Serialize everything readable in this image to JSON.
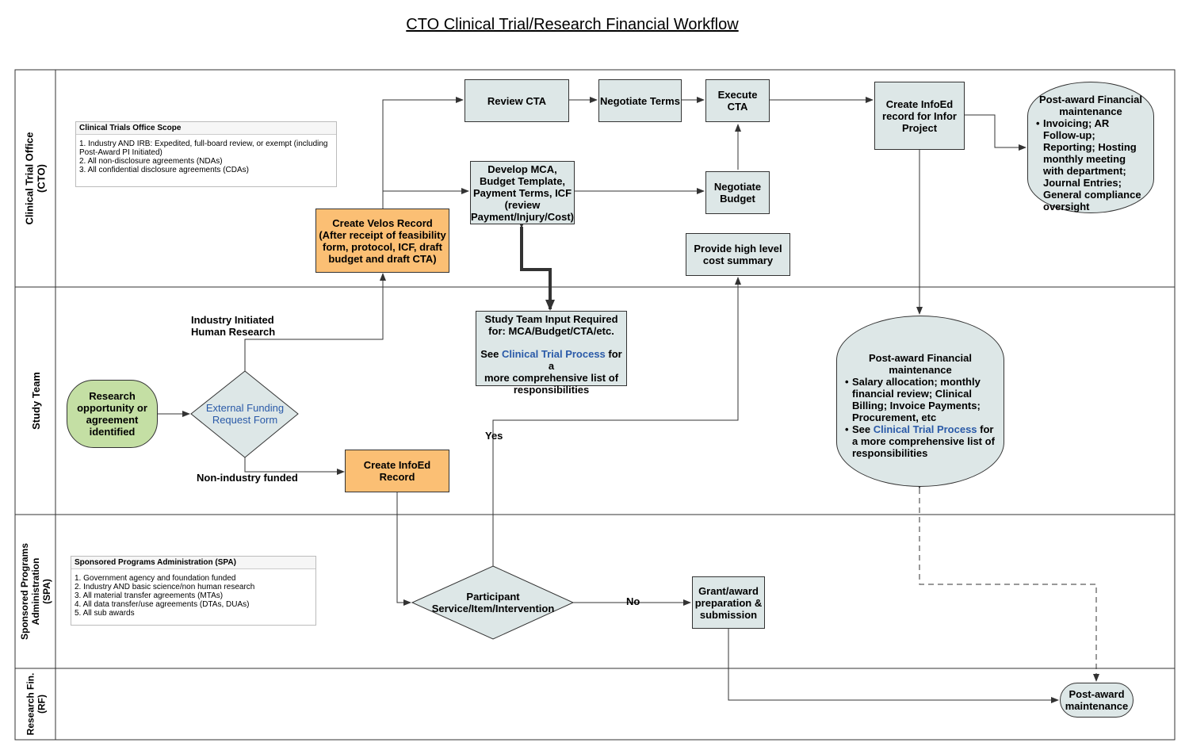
{
  "title": "CTO Clinical Trial/Research Financial Workflow",
  "lanes": {
    "cto": "Clinical Trial Office\n(CTO)",
    "study": "Study Team",
    "spa": "Sponsored Programs\nAdministration\n(SPA)",
    "rf": "Research Fin.\n(RF)"
  },
  "notes": {
    "cto": {
      "title": "Clinical Trials Office Scope",
      "body": "1. Industry AND IRB: Expedited, full-board review, or exempt   (including Post-Award PI Initiated)\n2. All non-disclosure agreements (NDAs)\n3. All confidential disclosure agreements (CDAs)"
    },
    "spa": {
      "title": "Sponsored Programs Administration (SPA)",
      "body": "1. Government agency and foundation funded\n2. Industry AND basic science/non human research\n3. All material transfer agreements (MTAs)\n4. All data transfer/use agreements (DTAs, DUAs)\n5. All sub awards"
    }
  },
  "nodes": {
    "review_cta": "Review CTA",
    "negotiate_terms": "Negotiate Terms",
    "execute_cta": "Execute\nCTA",
    "create_infoed_infor": "Create InfoEd\nrecord for Infor\nProject",
    "post_award_cto": {
      "heading": "Post-award Financial\nmaintenance",
      "items": [
        "Invoicing; AR Follow-up; Reporting; Hosting monthly meeting with department; Journal Entries; General compliance oversight"
      ]
    },
    "develop_mca": "Develop MCA,\nBudget Template,\nPayment Terms, ICF\n(review\nPayment/Injury/Cost)",
    "negotiate_budget": "Negotiate\nBudget",
    "create_velos": "Create Velos Record\n(After receipt of feasibility\nform, protocol, ICF, draft\nbudget and draft CTA)",
    "cost_summary": "Provide high level\ncost summary",
    "study_input": {
      "line1": "Study Team Input Required\nfor: MCA/Budget/CTA/etc.",
      "see": "See ",
      "link": "Clinical Trial Process",
      "rest": " for a\nmore comprehensive list of\nresponsibilities"
    },
    "post_award_study": {
      "heading": "Post-award Financial maintenance",
      "item1": "Salary allocation; monthly financial review; Clinical Billing; Invoice Payments; Procurement, etc",
      "item2_see": "See ",
      "item2_link": "Clinical Trial Process",
      "item2_rest": " for a more comprehensive list of responsibilities"
    },
    "research_opportunity": "Research\nopportunity or\nagreement\nidentified",
    "external_funding": "External Funding\nRequest Form",
    "create_infoed_record": "Create InfoEd\nRecord",
    "participant": "Participant\nService/Item/Intervention",
    "grant_award": "Grant/award\npreparation &\nsubmission",
    "post_award_rf": "Post-award\nmaintenance"
  },
  "edge_labels": {
    "industry": "Industry Initiated\nHuman Research",
    "non_industry": "Non-industry funded",
    "yes": "Yes",
    "no": "No"
  },
  "colors": {
    "node_fill": "#dde7e7",
    "orange_fill": "#fbbf74",
    "green_fill": "#c4dfa4",
    "link_blue": "#2a5aa8"
  }
}
